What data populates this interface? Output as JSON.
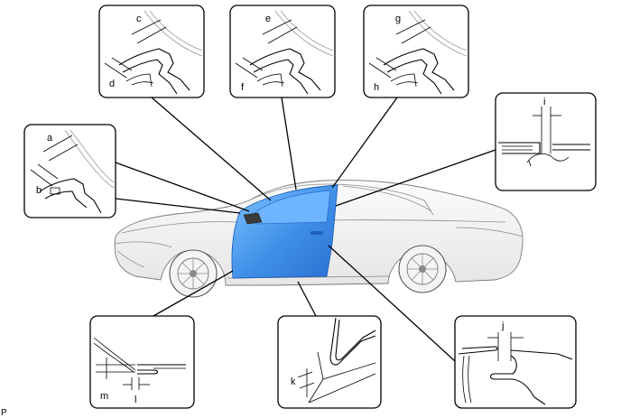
{
  "figure_code": "P",
  "door_color": "#3f8fe8",
  "callouts": [
    {
      "id": "top-left",
      "labels": [
        "c",
        "d"
      ]
    },
    {
      "id": "top-middle",
      "labels": [
        "e",
        "f"
      ]
    },
    {
      "id": "top-right",
      "labels": [
        "g",
        "h"
      ]
    },
    {
      "id": "left",
      "labels": [
        "a",
        "b"
      ]
    },
    {
      "id": "right",
      "labels": [
        "i"
      ]
    },
    {
      "id": "bottom-left",
      "labels": [
        "m",
        "l"
      ]
    },
    {
      "id": "bottom-middle",
      "labels": [
        "k"
      ]
    },
    {
      "id": "bottom-right",
      "labels": [
        "j"
      ]
    }
  ]
}
